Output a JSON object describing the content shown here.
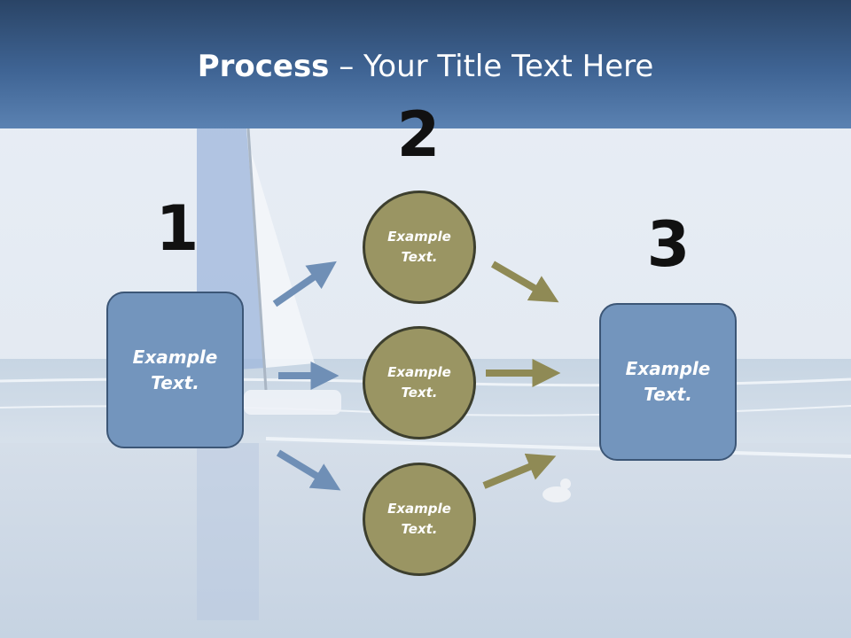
{
  "title": {
    "bold": "Process",
    "rest": " – Your Title Text Here"
  },
  "steps": [
    "1",
    "2",
    "3"
  ],
  "left_box": {
    "label": "Example\nText."
  },
  "right_box": {
    "label": "Example\nText."
  },
  "circles": [
    {
      "label": "Example\nText."
    },
    {
      "label": "Example\nText."
    },
    {
      "label": "Example\nText."
    }
  ],
  "colors": {
    "header": "#3f6494",
    "box": "#7395bd",
    "circle": "#9a9563",
    "arrow_blue": "#6f8fb6",
    "arrow_olive": "#8f8a55"
  }
}
